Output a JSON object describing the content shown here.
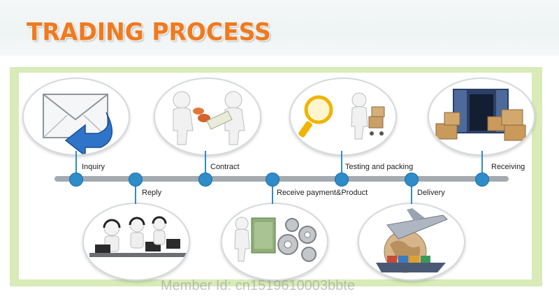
{
  "header": {
    "title": "TRADING PROCESS"
  },
  "steps": {
    "inquiry": "Inquiry",
    "reply": "Reply",
    "contract": "Contract",
    "receive_payment": "Receive payment&Product",
    "testing_packing": "Testing and packing",
    "delivery": "Delivery",
    "receiving": "Receiving"
  },
  "icons": {
    "inquiry": "envelope-arrow-icon",
    "reply": "call-center-agents-icon",
    "contract": "handshake-document-icon",
    "receive_payment": "money-gears-icon",
    "testing_packing": "magnifier-boxes-icon",
    "delivery": "airplane-ship-globe-icon",
    "receiving": "container-boxes-icon"
  },
  "watermark": "Member Id: cn1519610003bbte",
  "colors": {
    "title": "#f07a1e",
    "frame": "#d8ebb8",
    "timeline": "#a3aab0",
    "node": "#2e8cc8"
  }
}
